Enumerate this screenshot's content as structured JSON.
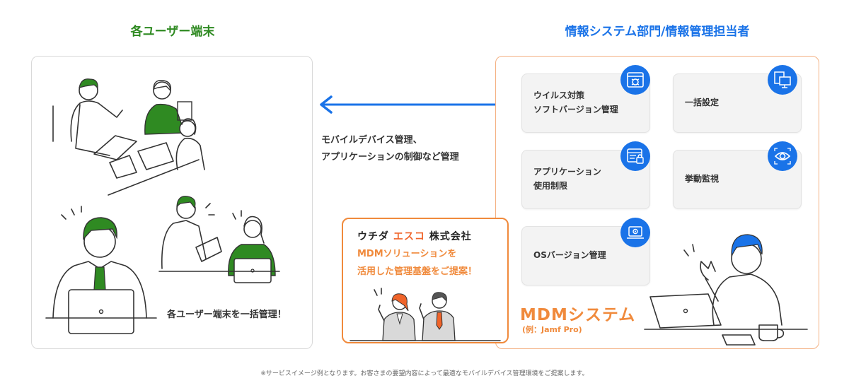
{
  "left_heading": "各ユーザー端末",
  "right_heading": "情報システム部門/情報管理担当者",
  "left_caption": "各ユーザー端末を一括管理！",
  "arrow_text": [
    "モバイルデバイス管理、",
    "アプリケーションの制御など管理"
  ],
  "functions": [
    {
      "label": "ウイルス対策\nソフトバージョン管理",
      "icon": "virus-shield-icon"
    },
    {
      "label": "一括設定",
      "icon": "multi-device-icon"
    },
    {
      "label": "アプリケーション\n使用制限",
      "icon": "locked-document-icon"
    },
    {
      "label": "挙動監視",
      "icon": "eye-icon"
    },
    {
      "label": "OSバージョン管理",
      "icon": "laptop-gear-icon"
    }
  ],
  "proposal": {
    "company_a": "ウチダ",
    "company_b": "エスコ",
    "company_c": "株式会社",
    "message": "MDMソリューションを\n活用した管理基盤をご提案！"
  },
  "system_name": "MDMシステム",
  "system_example": "(例：Jamf Pro)",
  "footnote": "※サービスイメージ例となります。お客さまの要望内容によって最適なモバイルデバイス管理環境をご提案します。",
  "colors": {
    "green": "#2f8a22",
    "blue": "#1a73e8",
    "orange": "#f08a3c",
    "orange_logo": "#f0642a"
  }
}
